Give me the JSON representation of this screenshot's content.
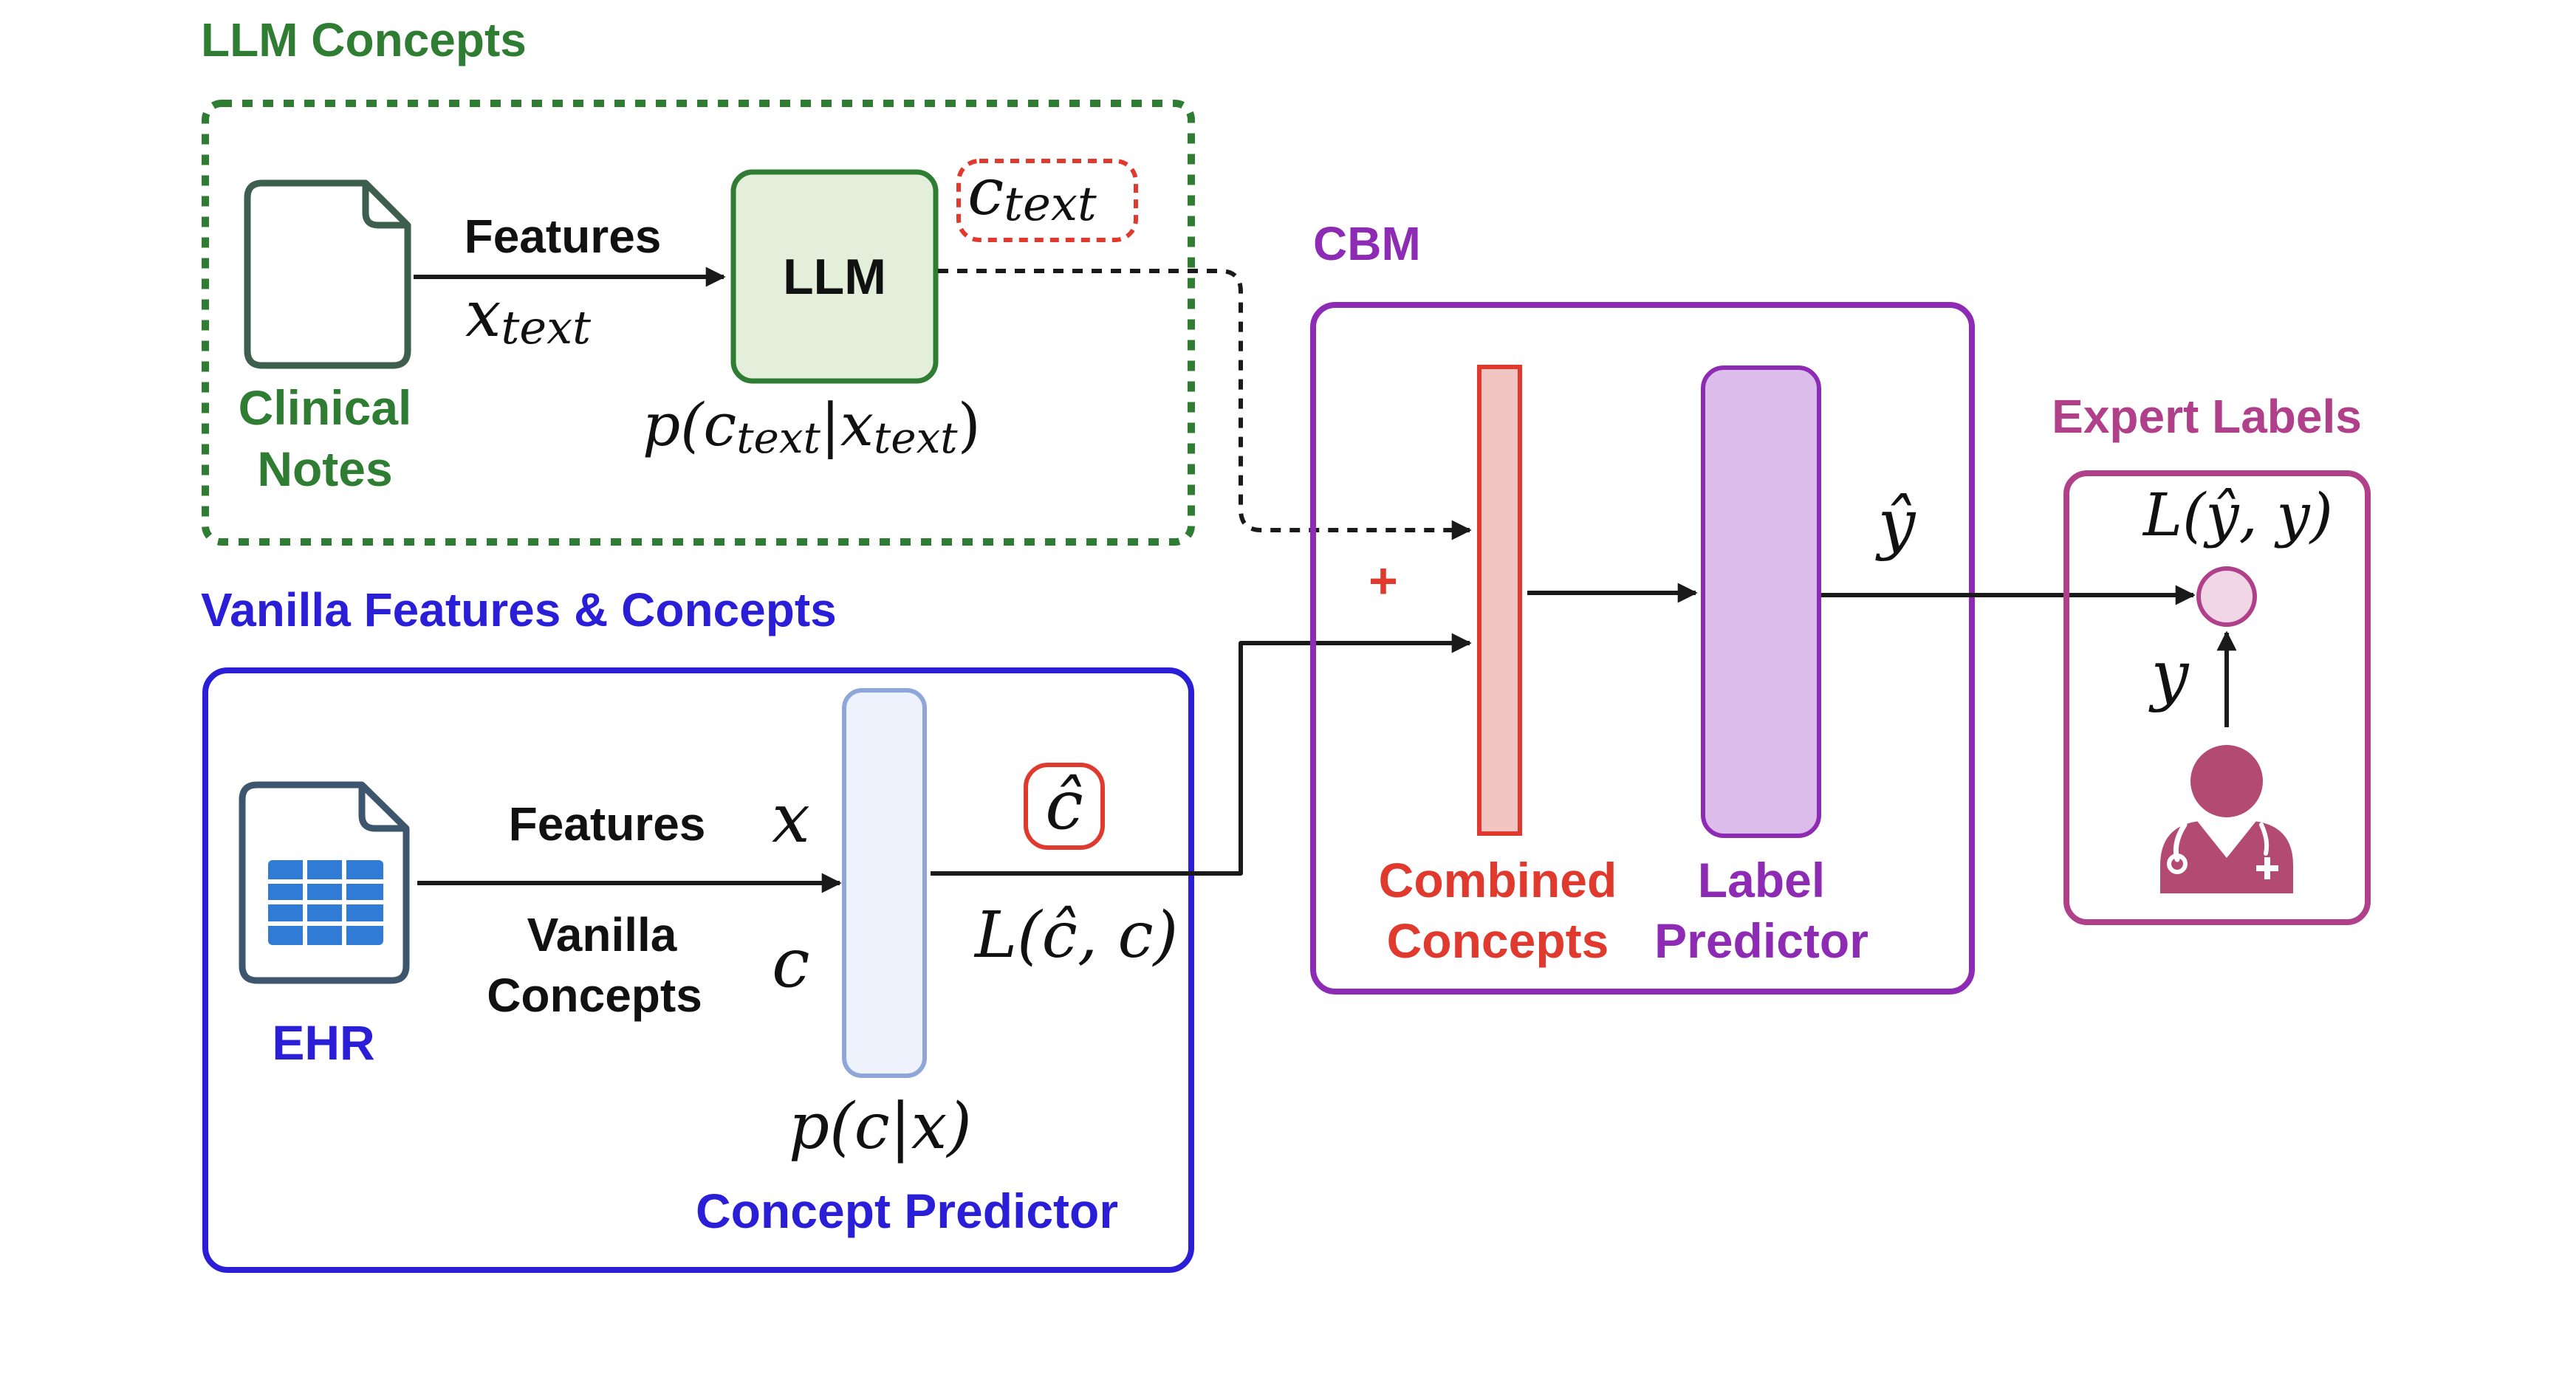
{
  "colors": {
    "green": "#2e7d32",
    "green_fill": "#e3eedb",
    "green_dark": "#3f5f4e",
    "blue": "#2a1fd6",
    "blue_fill": "#eef2fc",
    "blue_slate": "#3d566e",
    "table_blue": "#2f7bd6",
    "purple": "#8e2bb4",
    "purple_fill": "#dcbcea",
    "red": "#e03a2f",
    "red_fill": "#f2c4c2",
    "magenta": "#b0408a",
    "expert_fill": "#f1d6e6",
    "doctor": "#b34a72",
    "black": "#1a1a1a"
  },
  "icons": [
    "document-icon",
    "spreadsheet-icon",
    "doctor-icon"
  ],
  "llm_group": {
    "title": "LLM Concepts",
    "doc_label_line1": "Clinical",
    "doc_label_line2": "Notes",
    "features_label": "Features",
    "x_text_main": "x",
    "x_text_sub": "text",
    "llm_label": "LLM",
    "c_text_main": "c",
    "c_text_sub": "text",
    "prob": {
      "p": "p(",
      "c": "c",
      "sub1": "text",
      "bar": "|",
      "x": "x",
      "sub2": "text",
      "close": ")"
    }
  },
  "vanilla_group": {
    "title": "Vanilla Features & Concepts",
    "ehr_label": "EHR",
    "features_label": "Features",
    "x_symbol": "x",
    "concepts_label_line1": "Vanilla",
    "concepts_label_line2": "Concepts",
    "c_symbol": "c",
    "c_hat": "ĉ",
    "loss": {
      "L": "L",
      "args": "(ĉ, c)"
    },
    "prob": {
      "p": "p",
      "args": "(c|x)"
    },
    "predictor_label": "Concept Predictor"
  },
  "cbm": {
    "title": "CBM",
    "plus": "+",
    "combined_line1": "Combined",
    "combined_line2": "Concepts",
    "label_line1": "Label",
    "label_line2": "Predictor",
    "y_hat": "ŷ"
  },
  "expert": {
    "title": "Expert Labels",
    "loss": {
      "L": "L",
      "args": "(ŷ, y)"
    },
    "y_symbol": "y"
  }
}
